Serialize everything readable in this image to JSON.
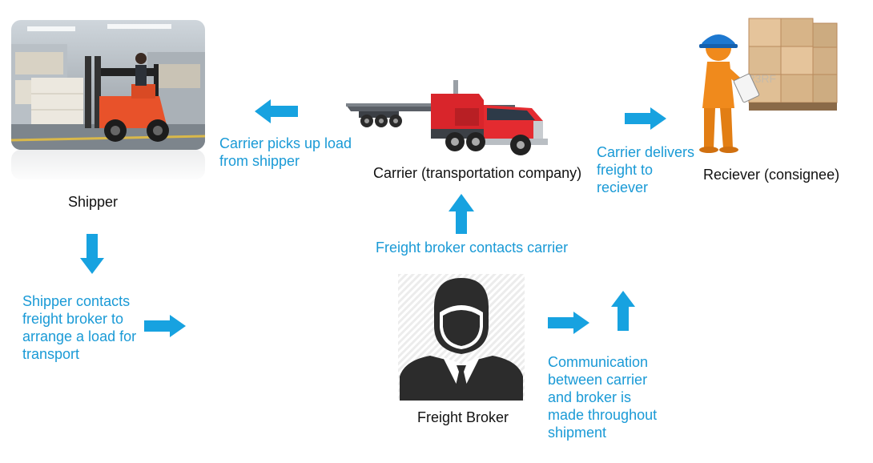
{
  "colors": {
    "accent": "#1a9ad6",
    "arrow": "#17a2e0",
    "text": "#111111"
  },
  "nodes": {
    "shipper": {
      "label": "Shipper",
      "icon": "forklift-warehouse-photo"
    },
    "carrier": {
      "label": "Carrier (transportation company)",
      "icon": "truck-icon"
    },
    "receiver": {
      "label": "Reciever (consignee)",
      "icon": "worker-boxes-icon"
    },
    "broker": {
      "label": "Freight Broker",
      "icon": "businessman-icon"
    }
  },
  "steps": {
    "pickup": {
      "lines": [
        "Carrier picks up load",
        "from shipper"
      ]
    },
    "deliver": {
      "lines": [
        "Carrier delivers",
        "freight to",
        "reciever"
      ]
    },
    "broker_contacts": {
      "text": "Freight broker contacts carrier"
    },
    "shipper_contacts": {
      "lines": [
        "Shipper contacts",
        "freight broker to",
        "arrange a load for",
        "transport"
      ]
    },
    "communication": {
      "lines": [
        "Communication",
        "between carrier",
        "and broker is",
        "made throughout",
        "shipment"
      ]
    }
  },
  "watermark": "123RF"
}
